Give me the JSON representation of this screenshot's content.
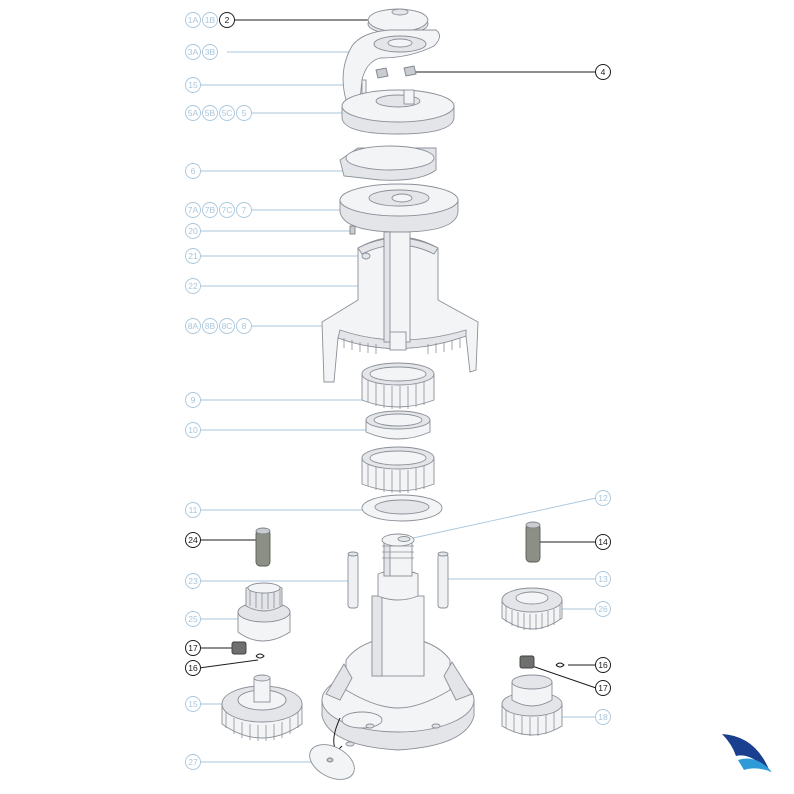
{
  "callouts": [
    {
      "labels": [
        "1A",
        "1B"
      ],
      "style": "light"
    },
    {
      "labels": [
        "2"
      ],
      "style": "dark"
    },
    {
      "labels": [
        "3A",
        "3B"
      ],
      "style": "light"
    },
    {
      "labels": [
        "4"
      ],
      "style": "dark"
    },
    {
      "labels": [
        "15"
      ],
      "style": "light"
    },
    {
      "labels": [
        "5A",
        "5B",
        "5C",
        "5"
      ],
      "style": "light"
    },
    {
      "labels": [
        "6"
      ],
      "style": "light"
    },
    {
      "labels": [
        "7A",
        "7B",
        "7C",
        "7"
      ],
      "style": "light"
    },
    {
      "labels": [
        "20"
      ],
      "style": "light"
    },
    {
      "labels": [
        "21"
      ],
      "style": "light"
    },
    {
      "labels": [
        "22"
      ],
      "style": "light"
    },
    {
      "labels": [
        "8A",
        "8B",
        "8C",
        "8"
      ],
      "style": "light"
    },
    {
      "labels": [
        "9"
      ],
      "style": "light"
    },
    {
      "labels": [
        "10"
      ],
      "style": "light"
    },
    {
      "labels": [
        "11"
      ],
      "style": "light"
    },
    {
      "labels": [
        "12"
      ],
      "style": "light"
    },
    {
      "labels": [
        "24"
      ],
      "style": "dark"
    },
    {
      "labels": [
        "14"
      ],
      "style": "dark"
    },
    {
      "labels": [
        "23"
      ],
      "style": "light"
    },
    {
      "labels": [
        "13"
      ],
      "style": "light"
    },
    {
      "labels": [
        "25"
      ],
      "style": "light"
    },
    {
      "labels": [
        "26"
      ],
      "style": "light"
    },
    {
      "labels": [
        "17"
      ],
      "style": "dark"
    },
    {
      "labels": [
        "16"
      ],
      "style": "dark"
    },
    {
      "labels": [
        "16"
      ],
      "style": "dark"
    },
    {
      "labels": [
        "17"
      ],
      "style": "dark"
    },
    {
      "labels": [
        "15"
      ],
      "style": "light"
    },
    {
      "labels": [
        "18"
      ],
      "style": "light"
    },
    {
      "labels": [
        "27"
      ],
      "style": "light"
    }
  ],
  "colors": {
    "callout_light": "#a8c6dc",
    "callout_dark": "#1d1d1d",
    "part_fill": "#f3f4f6",
    "part_stroke": "#8b9098",
    "logo_dark": "#1b3f8f",
    "logo_light": "#2e9bd8"
  },
  "logo": {
    "name": "sail-logo-icon"
  }
}
